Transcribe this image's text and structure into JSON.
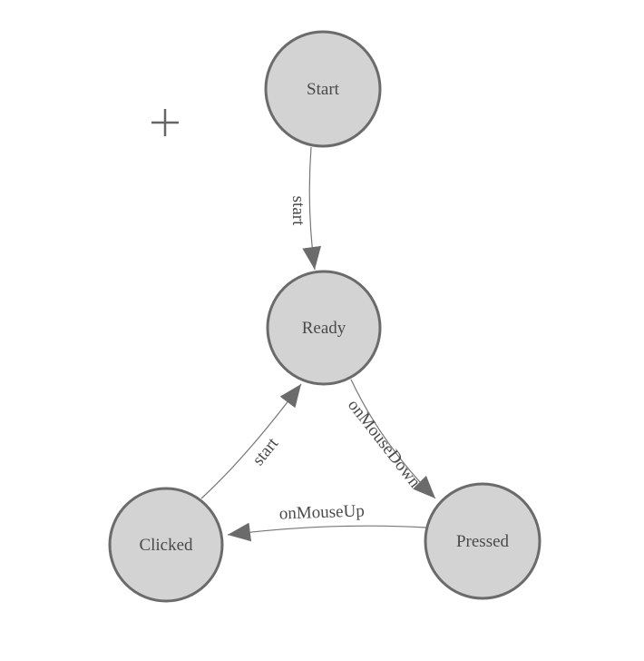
{
  "diagram": {
    "type": "state-machine",
    "background_color": "#ffffff",
    "node_fill_color": "#d3d3d3",
    "node_stroke_color": "#6b6b6b",
    "edge_color": "#777777",
    "arrow_color": "#6b6b6b",
    "text_color": "#4a4a4a",
    "cursor_icon": "crosshair-icon",
    "nodes": [
      {
        "id": "start",
        "label": "Start"
      },
      {
        "id": "ready",
        "label": "Ready"
      },
      {
        "id": "clicked",
        "label": "Clicked"
      },
      {
        "id": "pressed",
        "label": "Pressed"
      }
    ],
    "edges": [
      {
        "from": "Start",
        "to": "Ready",
        "label": "start"
      },
      {
        "from": "Ready",
        "to": "Pressed",
        "label": "onMouseDown"
      },
      {
        "from": "Pressed",
        "to": "Clicked",
        "label": "onMouseUp"
      },
      {
        "from": "Clicked",
        "to": "Ready",
        "label": "start"
      }
    ]
  }
}
